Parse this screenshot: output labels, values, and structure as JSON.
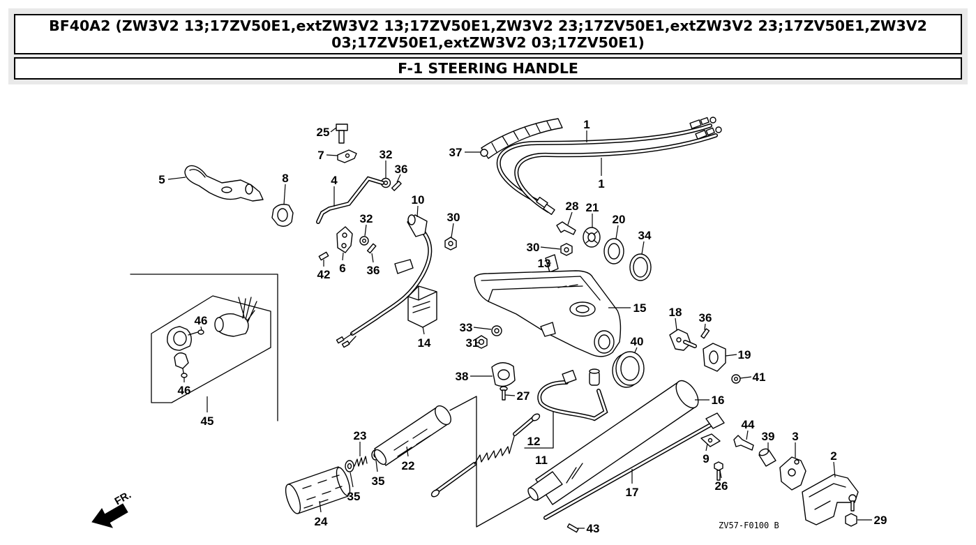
{
  "header": {
    "model_title": "BF40A2 (ZW3V2 13;17ZV50E1,extZW3V2 13;17ZV50E1,ZW3V2 23;17ZV50E1,extZW3V2 23;17ZV50E1,ZW3V2 03;17ZV50E1,extZW3V2 03;17ZV50E1)",
    "section_title": "F-1 STEERING HANDLE"
  },
  "diagram": {
    "callouts": [
      "25",
      "7",
      "32",
      "36",
      "37",
      "1",
      "1",
      "5",
      "8",
      "4",
      "10",
      "32",
      "30",
      "28",
      "21",
      "20",
      "34",
      "30",
      "13",
      "42",
      "6",
      "36",
      "15",
      "18",
      "36",
      "33",
      "31",
      "14",
      "40",
      "19",
      "46",
      "46",
      "45",
      "38",
      "41",
      "27",
      "16",
      "23",
      "22",
      "44",
      "39",
      "3",
      "12",
      "11",
      "9",
      "2",
      "26",
      "35",
      "35",
      "17",
      "24",
      "43",
      "29"
    ],
    "drawing_code": "ZV57-F0100 B",
    "front_marker": "FR."
  }
}
